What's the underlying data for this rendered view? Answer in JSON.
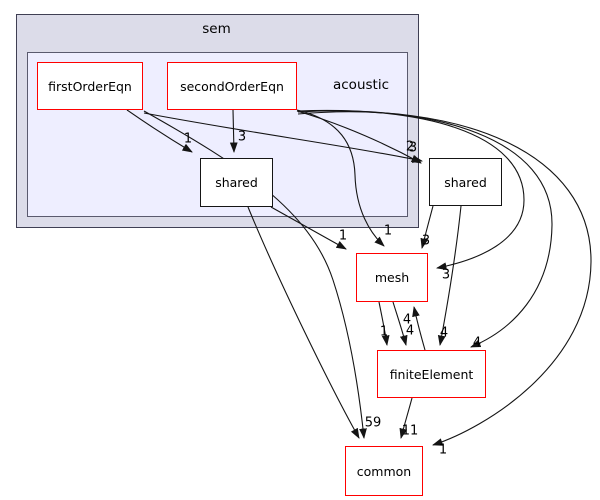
{
  "diagram": {
    "type": "directory-dependency-graph",
    "clusters": [
      {
        "id": "sem",
        "label": "sem"
      },
      {
        "id": "acoustic",
        "label": "acoustic"
      }
    ],
    "nodes": [
      {
        "id": "firstOrderEqn",
        "label": "firstOrderEqn",
        "style": "red"
      },
      {
        "id": "secondOrderEqn",
        "label": "secondOrderEqn",
        "style": "red"
      },
      {
        "id": "shared_sem",
        "label": "shared",
        "style": "plain"
      },
      {
        "id": "shared_outer",
        "label": "shared",
        "style": "plain"
      },
      {
        "id": "mesh",
        "label": "mesh",
        "style": "red"
      },
      {
        "id": "finiteElement",
        "label": "finiteElement",
        "style": "red"
      },
      {
        "id": "common",
        "label": "common",
        "style": "red"
      }
    ],
    "edges": [
      {
        "from": "firstOrderEqn",
        "to": "shared_sem",
        "label": "1"
      },
      {
        "from": "secondOrderEqn",
        "to": "shared_sem",
        "label": "3"
      },
      {
        "from": "firstOrderEqn",
        "to": "shared_outer",
        "label": "2"
      },
      {
        "from": "secondOrderEqn",
        "to": "shared_outer",
        "label": "3"
      },
      {
        "from": "shared_sem",
        "to": "mesh",
        "label": "1"
      },
      {
        "from": "secondOrderEqn",
        "to": "mesh",
        "label": "1"
      },
      {
        "from": "shared_outer",
        "to": "mesh",
        "label": "3"
      },
      {
        "from": "secondOrderEqn",
        "to": "mesh",
        "label": "3"
      },
      {
        "from": "firstOrderEqn",
        "to": "common",
        "label": "59"
      },
      {
        "from": "shared_sem",
        "to": "common",
        "label": ""
      },
      {
        "from": "mesh",
        "to": "finiteElement",
        "label": "1"
      },
      {
        "from": "mesh",
        "to": "finiteElement",
        "label": "4"
      },
      {
        "from": "finiteElement",
        "to": "mesh",
        "label": "4"
      },
      {
        "from": "shared_outer",
        "to": "finiteElement",
        "label": "4"
      },
      {
        "from": "secondOrderEqn",
        "to": "finiteElement",
        "label": "4"
      },
      {
        "from": "finiteElement",
        "to": "common",
        "label": "11"
      },
      {
        "from": "secondOrderEqn",
        "to": "common",
        "label": "1"
      }
    ],
    "edge_labels": [
      {
        "text": "1"
      },
      {
        "text": "3"
      },
      {
        "text": "2"
      },
      {
        "text": "3"
      },
      {
        "text": "1"
      },
      {
        "text": "1"
      },
      {
        "text": "3"
      },
      {
        "text": "3"
      },
      {
        "text": "1"
      },
      {
        "text": "4"
      },
      {
        "text": "4"
      },
      {
        "text": "4"
      },
      {
        "text": "4"
      },
      {
        "text": "59"
      },
      {
        "text": "11"
      },
      {
        "text": "1"
      }
    ],
    "colors": {
      "node_red_border": "#ff0000",
      "node_plain_border": "#151515",
      "cluster_outer_fill": "#dcdce9",
      "cluster_inner_fill": "#eeeeff",
      "edge": "#141414",
      "background": "#ffffff"
    }
  }
}
